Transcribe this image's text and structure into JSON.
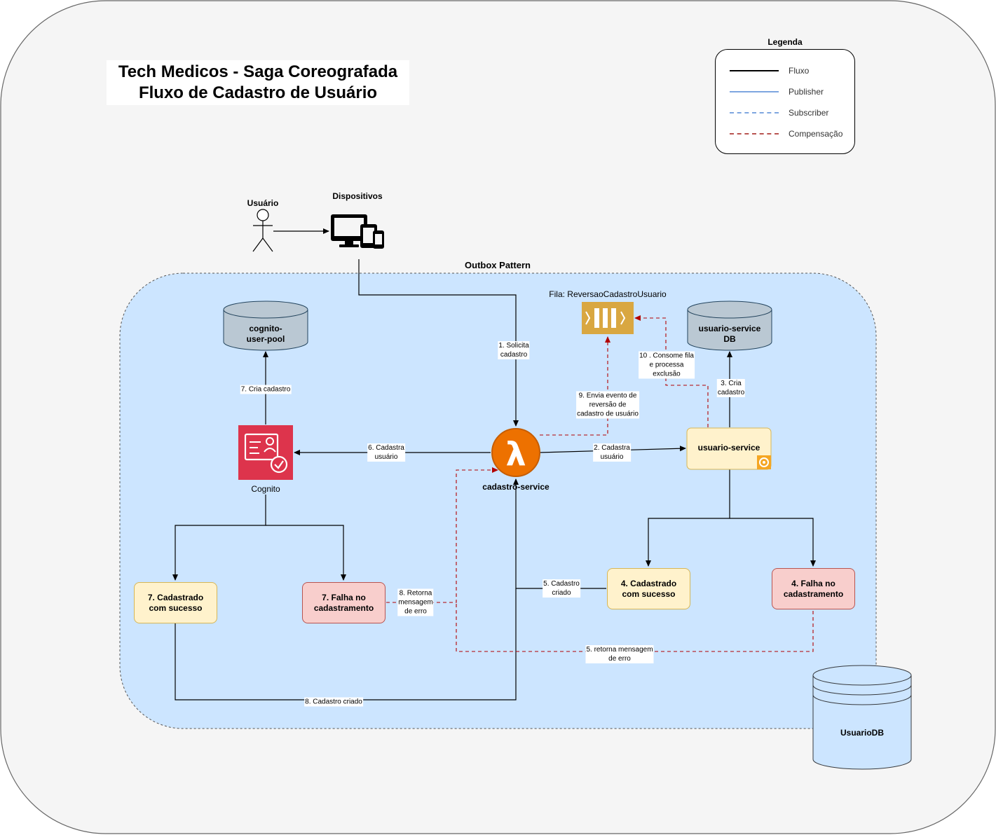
{
  "title": {
    "line1": "Tech Medicos - Saga Coreografada",
    "line2": "Fluxo de Cadastro de Usuário"
  },
  "legend": {
    "heading": "Legenda",
    "items": [
      {
        "label": "Fluxo",
        "color": "#000000",
        "style": "solid"
      },
      {
        "label": "Publisher",
        "color": "#7ea6e0",
        "style": "solid"
      },
      {
        "label": "Subscriber",
        "color": "#7ea6e0",
        "style": "dashed"
      },
      {
        "label": "Compensação",
        "color": "#b85450",
        "style": "dashed"
      }
    ]
  },
  "actors": {
    "user": "Usuário",
    "devices": "Dispositivos"
  },
  "boundary": {
    "label": "Outbox Pattern"
  },
  "nodes": {
    "cognito_pool": "cognito-\nuser-pool",
    "cognito": "Cognito",
    "lambda": "cadastro-service",
    "queue": "Fila: ReversaoCadastroUsuario",
    "usuario_db": "usuario-service\nDB",
    "usuario_service": "usuario-service",
    "left_success": "7. Cadastrado\ncom sucesso",
    "left_fail": "7. Falha no\ncadastramento",
    "right_success": "4. Cadastrado\ncom sucesso",
    "right_fail": "4. Falha no\ncadastramento",
    "usuariodb": "UsuarioDB"
  },
  "edges": {
    "e1": "1. Solicita\ncadastro",
    "e2": "2. Cadastra\nusuário",
    "e3": "3. Cria\ncadastro",
    "e5a": "5. Cadastro\ncriado",
    "e5b": "5. retorna mensagem\nde erro",
    "e6": "6. Cadastra\nusuário",
    "e7": "7. Cria cadastro",
    "e8a": "8. Retorna\nmensagem\nde erro",
    "e8b": "8. Cadastro criado",
    "e9": "9. Envia evento de\nreversão de\ncadastro de usuário",
    "e10": "10 . Consome fila\ne processa\nexclusão"
  },
  "colors": {
    "page_bg": "#f5f5f5",
    "boundary_fill": "#cce5ff",
    "db_fill": "#bac8d3",
    "cognito_red": "#dd344c",
    "lambda_orange": "#ed7100",
    "queue_gold": "#d9a741",
    "usuariodb_fill": "#cce5ff",
    "compensation": "#b20000"
  }
}
